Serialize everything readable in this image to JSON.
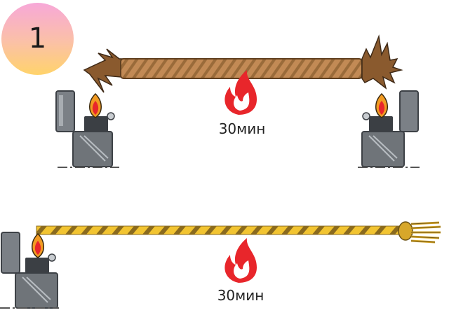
{
  "badge": {
    "number": "1"
  },
  "scenes": [
    {
      "duration_label": "30мин"
    },
    {
      "duration_label": "30мин"
    }
  ],
  "colors": {
    "rope": "#b07f4a",
    "fuse": "#f2c431",
    "fuse_stripe": "#8a6a1e",
    "flame_red": "#e8262b",
    "lighter_body": "#6f7479"
  }
}
